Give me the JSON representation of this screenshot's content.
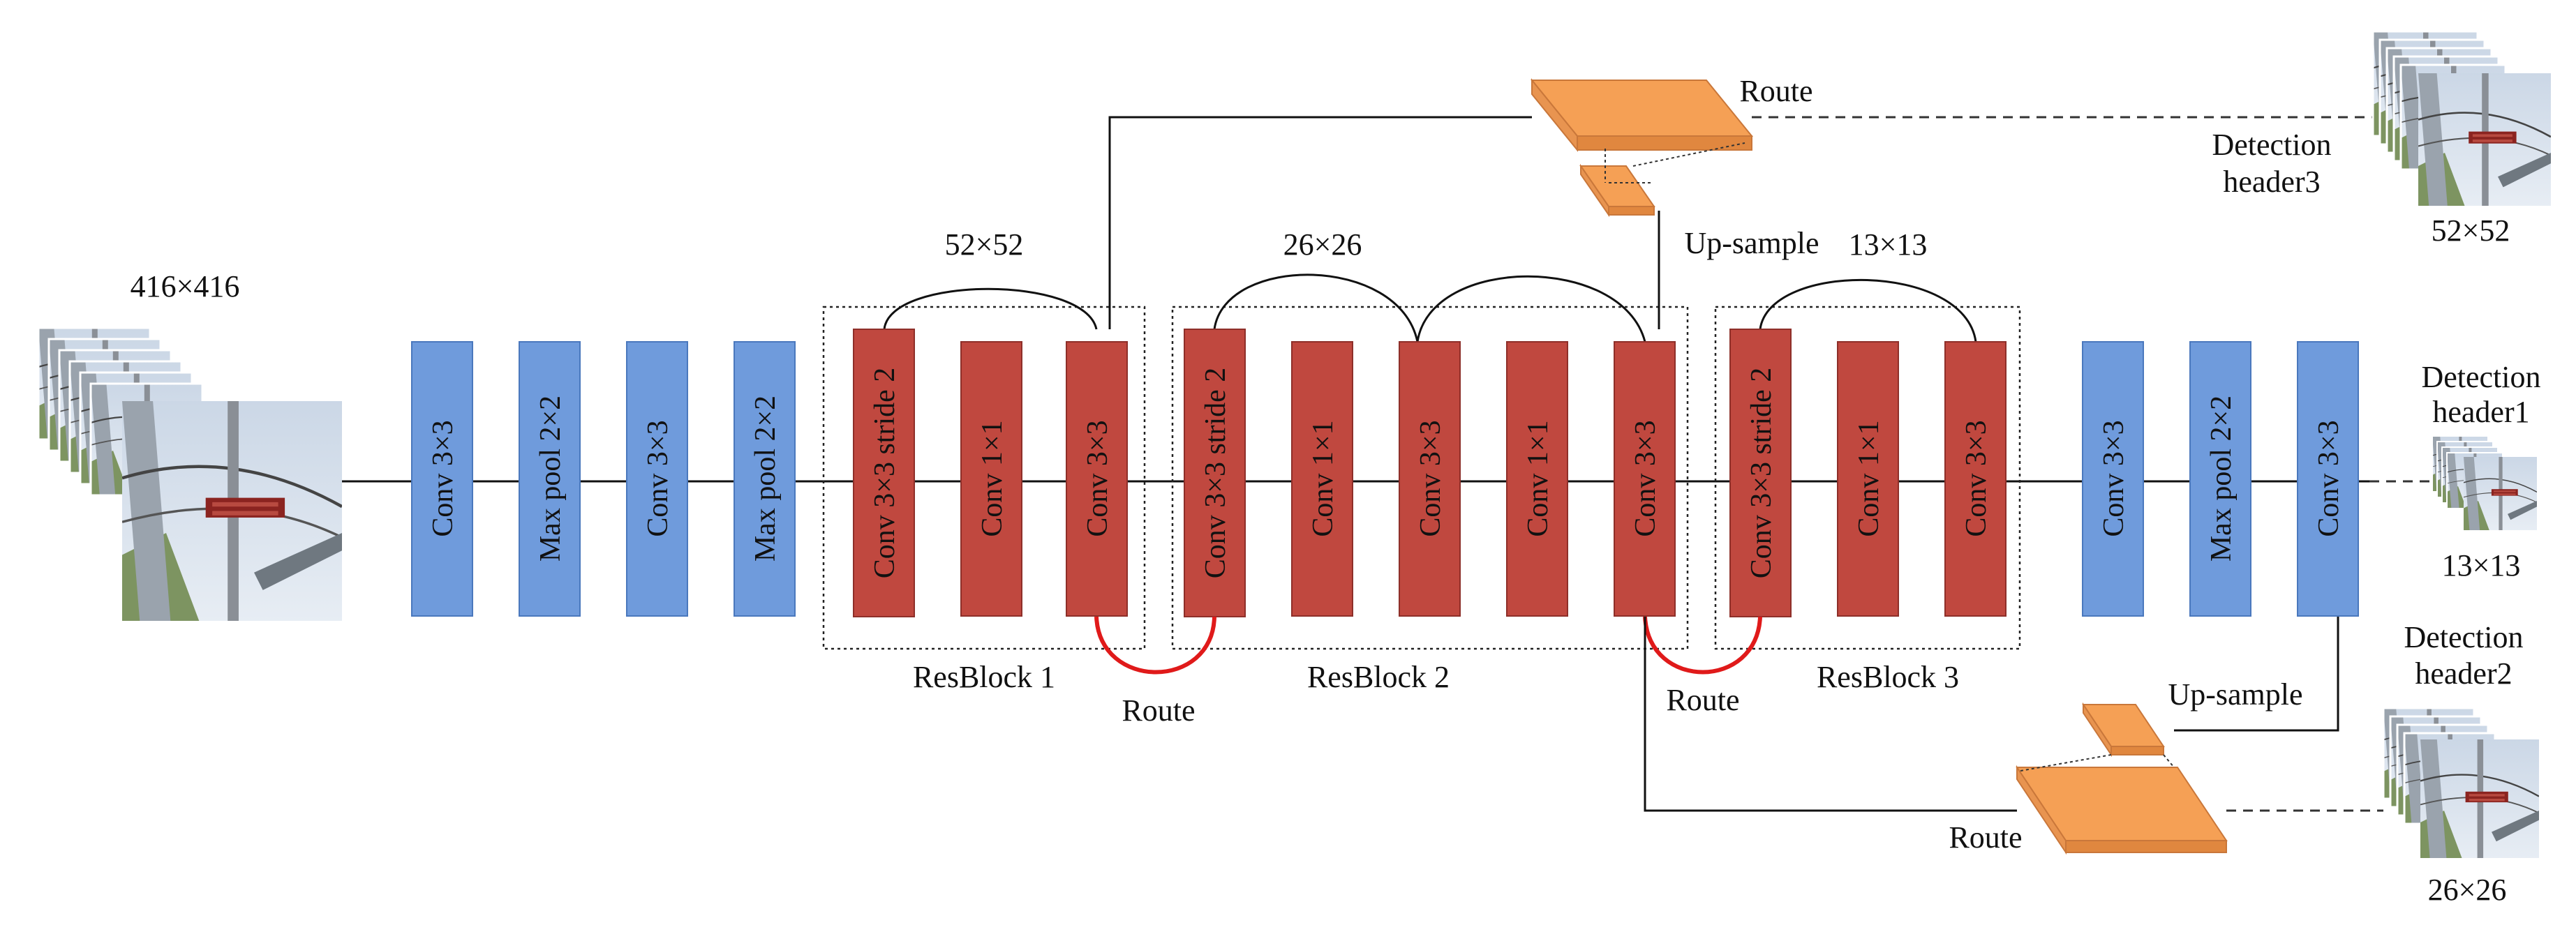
{
  "colors": {
    "conv_blue": "#6f9bdc",
    "res_red": "#c0483f",
    "route_orange": "#f5a055",
    "route_red_line": "#e01a1a"
  },
  "input": {
    "size_label": "416×416"
  },
  "layers": {
    "conv1": "Conv 3×3",
    "pool1": "Max pool 2×2",
    "conv2": "Conv 3×3",
    "pool2": "Max pool 2×2",
    "r1a": "Conv 3×3 stride 2",
    "r1b": "Conv 1×1",
    "r1c": "Conv 3×3",
    "r2a": "Conv 3×3 stride 2",
    "r2b": "Conv 1×1",
    "r2c": "Conv 3×3",
    "r2d": "Conv 1×1",
    "r2e": "Conv 3×3",
    "r3a": "Conv 3×3 stride 2",
    "r3b": "Conv 1×1",
    "r3c": "Conv 3×3",
    "conv3": "Conv 3×3",
    "pool3": "Max pool 2×2",
    "conv4": "Conv 3×3"
  },
  "resblocks": {
    "b1": {
      "name": "ResBlock 1",
      "size": "52×52"
    },
    "b2": {
      "name": "ResBlock 2",
      "size": "26×26"
    },
    "b3": {
      "name": "ResBlock 3",
      "size": "13×13"
    }
  },
  "routes": {
    "top_route": "Route",
    "top_upsample": "Up-sample",
    "red_route_1": "Route",
    "red_route_2": "Route",
    "bottom_route": "Route",
    "bottom_upsample": "Up-sample"
  },
  "outputs": {
    "header3": {
      "line1": "Detection",
      "line2": "header3",
      "size": "52×52"
    },
    "header1": {
      "line1": "Detection",
      "line2": "header1",
      "size": "13×13"
    },
    "header2": {
      "line1": "Detection",
      "line2": "header2",
      "size": "26×26"
    }
  },
  "icons": {
    "input_stack": "power-line-insulator-image-stack-icon",
    "output_stack": "power-line-insulator-image-stack-icon"
  }
}
